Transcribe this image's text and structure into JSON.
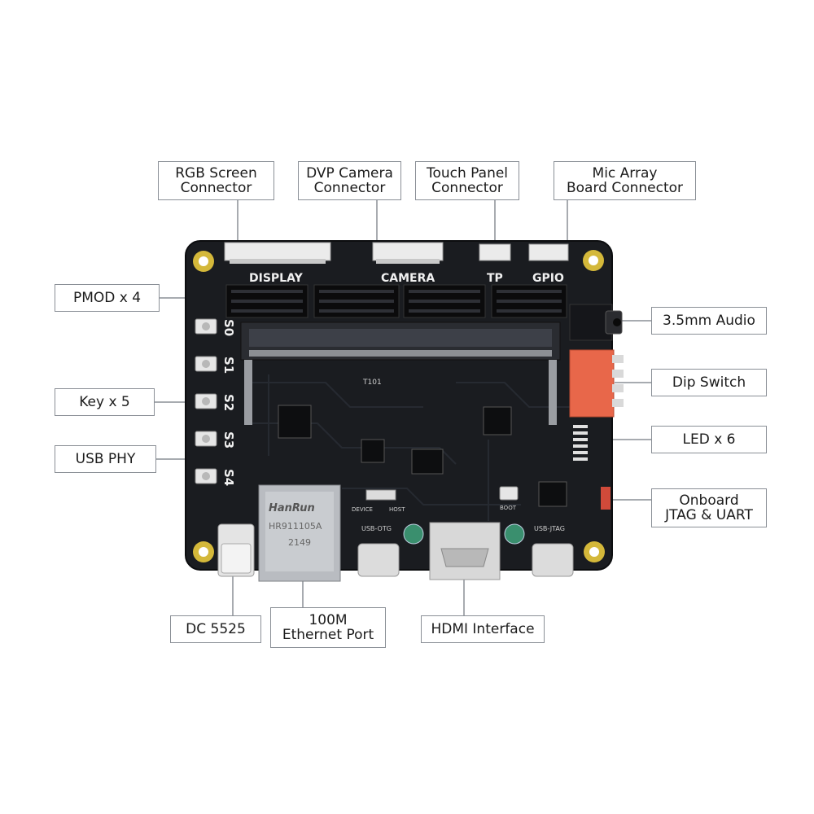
{
  "callouts": {
    "rgb_screen": "RGB Screen\nConnector",
    "dvp_camera": "DVP Camera\nConnector",
    "touch_panel": "Touch Panel\nConnector",
    "mic_array": "Mic Array\nBoard Connector",
    "pmod": "PMOD x 4",
    "audio": "3.5mm Audio",
    "dip_switch": "Dip Switch",
    "keys": "Key x 5",
    "led": "LED x 6",
    "usb_phy": "USB PHY",
    "jtag_uart": "Onboard\nJTAG & UART",
    "dc": "DC 5525",
    "ethernet": "100M\nEthernet Port",
    "hdmi": "HDMI Interface"
  },
  "silkscreen": {
    "display": "DISPLAY",
    "camera": "CAMERA",
    "tp": "TP",
    "gpio": "GPIO",
    "s0": "S0",
    "s1": "S1",
    "s2": "S2",
    "s3": "S3",
    "s4": "S4",
    "device": "DEVICE",
    "host": "HOST",
    "usb_otg": "USB-OTG",
    "usb_jtag": "USB-JTAG",
    "boot": "BOOT",
    "chip_ref": "T101"
  },
  "ethernet_jack": {
    "brand": "HanRun",
    "model": "HR911105A",
    "date": "2149"
  },
  "colors": {
    "board": "#1a1c20",
    "mount_hole": "#d4b83a",
    "connector_white": "#ebebeb",
    "dip_switch": "#e8674a",
    "callout_border": "#8a8f96"
  }
}
